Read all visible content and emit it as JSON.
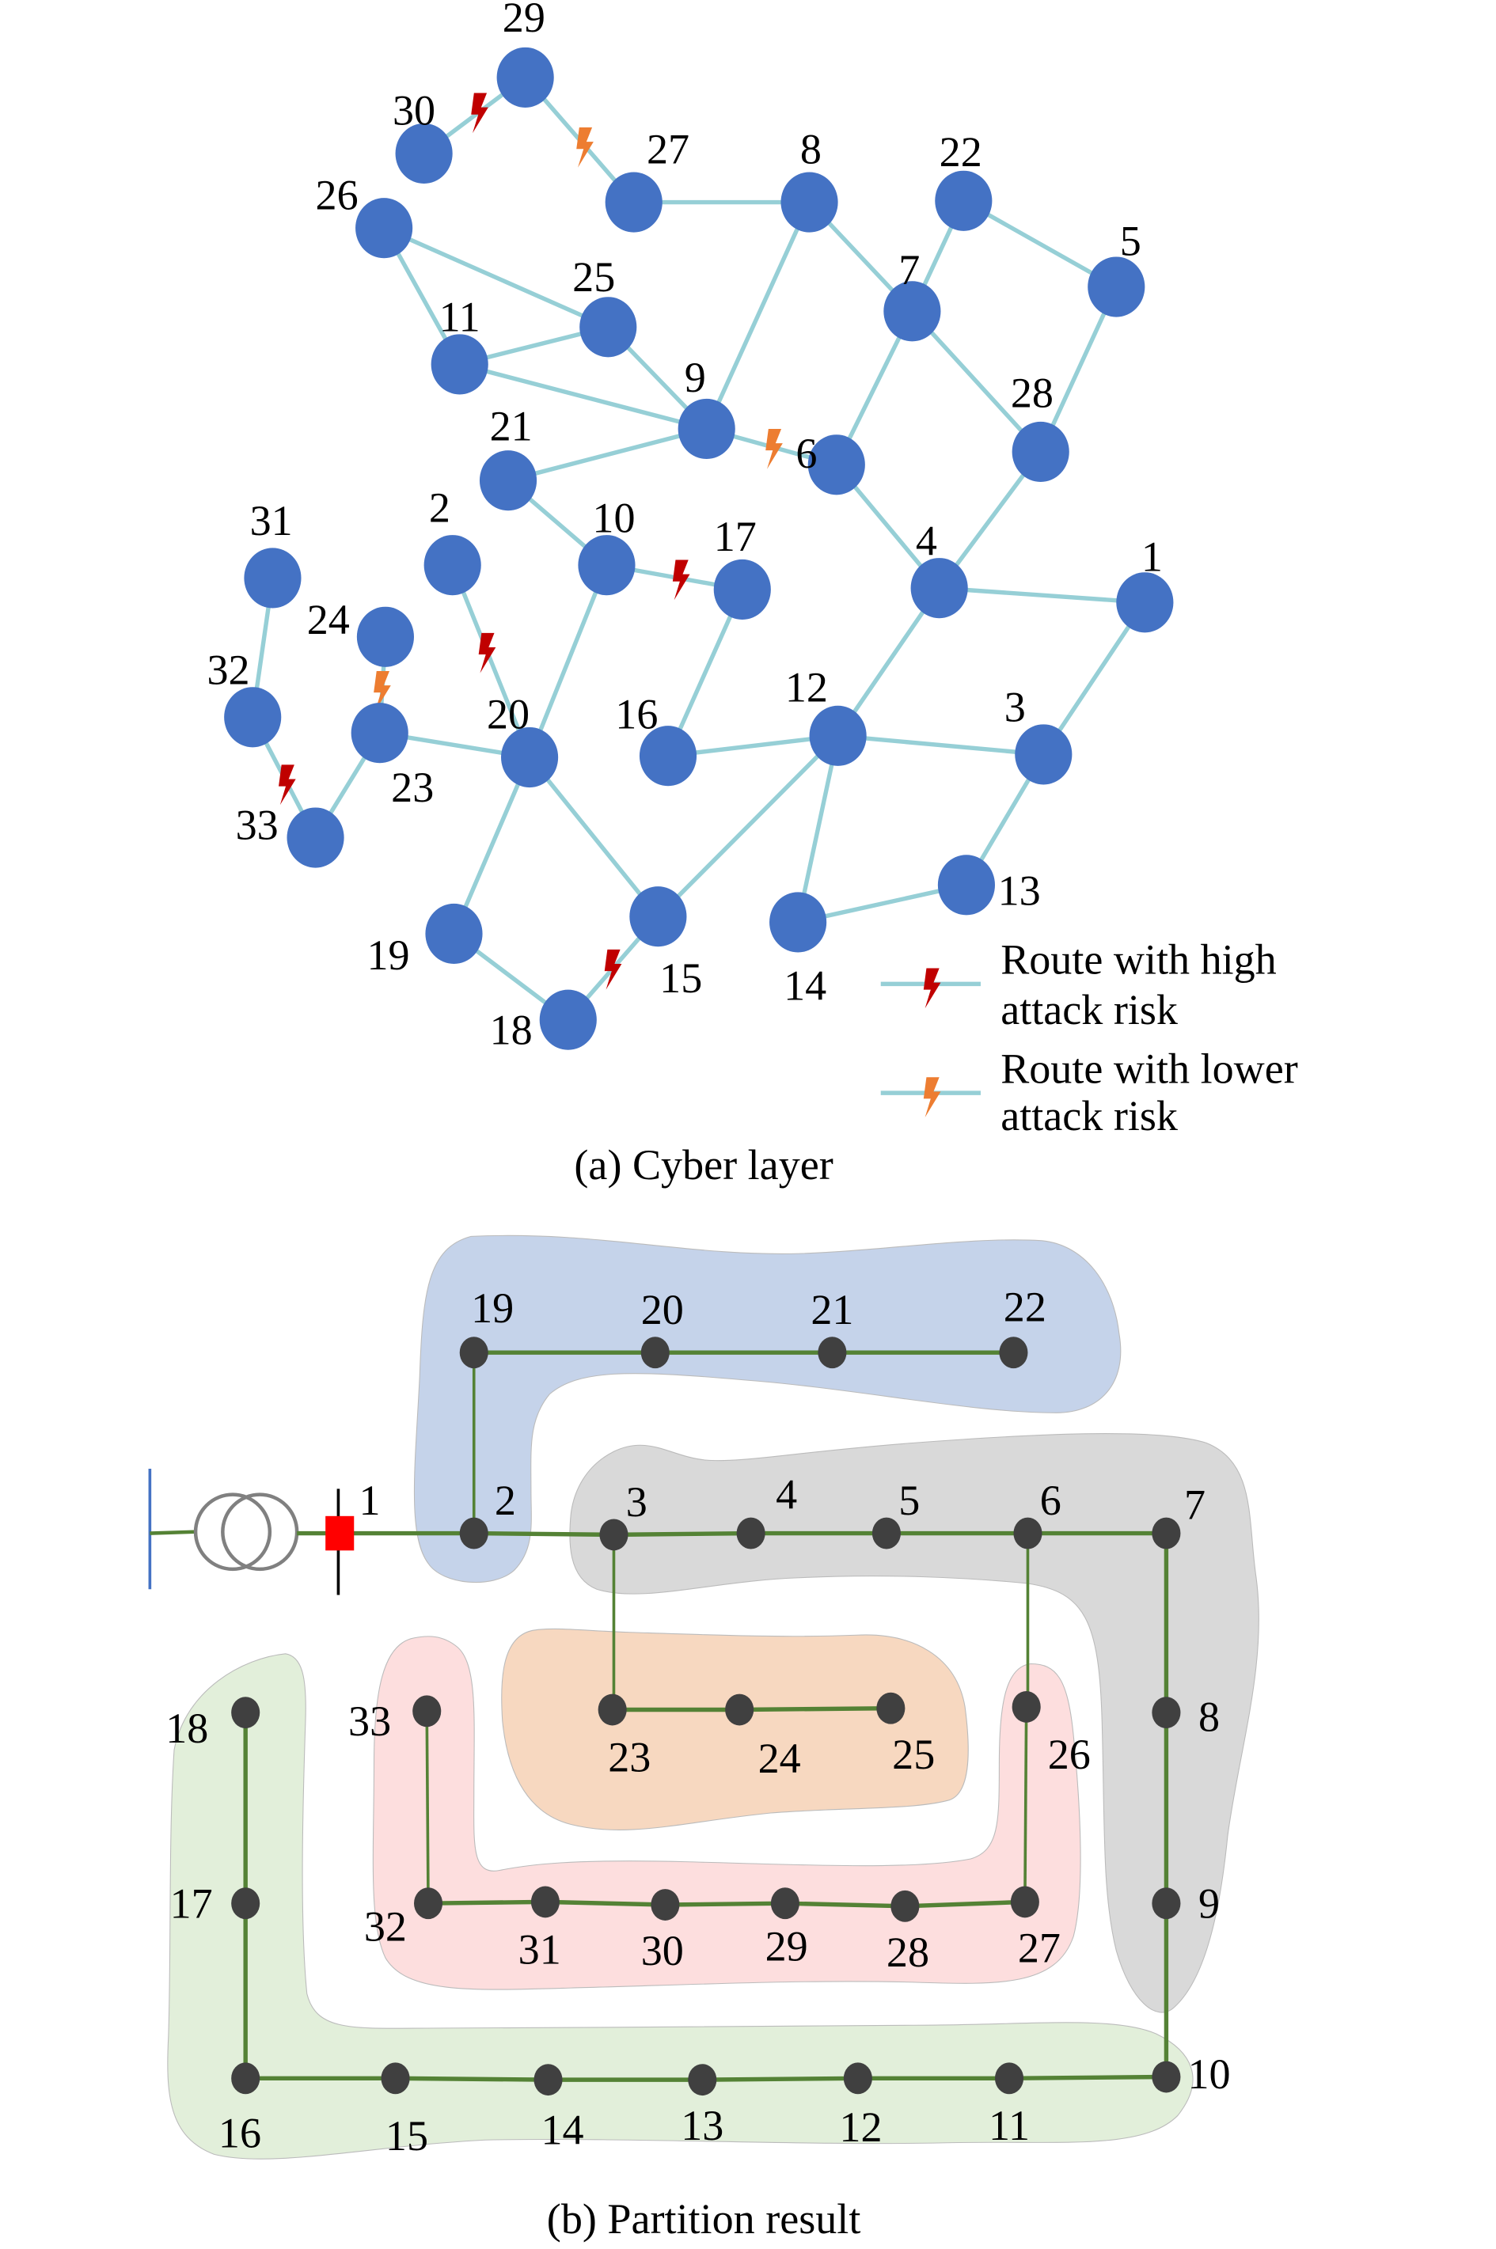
{
  "cyber_layer": {
    "caption": "(a) Cyber layer",
    "node_color": "#4472C4",
    "edge_color": "#96CFD6",
    "high_risk_color": "#C00000",
    "low_risk_color": "#ED7D31",
    "nodes": [
      {
        "id": "1"
      },
      {
        "id": "2"
      },
      {
        "id": "3"
      },
      {
        "id": "4"
      },
      {
        "id": "5"
      },
      {
        "id": "6"
      },
      {
        "id": "7"
      },
      {
        "id": "8"
      },
      {
        "id": "9"
      },
      {
        "id": "10"
      },
      {
        "id": "11"
      },
      {
        "id": "12"
      },
      {
        "id": "13"
      },
      {
        "id": "14"
      },
      {
        "id": "15"
      },
      {
        "id": "16"
      },
      {
        "id": "17"
      },
      {
        "id": "18"
      },
      {
        "id": "19"
      },
      {
        "id": "20"
      },
      {
        "id": "21"
      },
      {
        "id": "22"
      },
      {
        "id": "23"
      },
      {
        "id": "24"
      },
      {
        "id": "25"
      },
      {
        "id": "26"
      },
      {
        "id": "27"
      },
      {
        "id": "28"
      },
      {
        "id": "29"
      },
      {
        "id": "30"
      },
      {
        "id": "31"
      },
      {
        "id": "32"
      },
      {
        "id": "33"
      }
    ],
    "edges": [
      {
        "from": "30",
        "to": "29",
        "risk": "high"
      },
      {
        "from": "29",
        "to": "27",
        "risk": "low"
      },
      {
        "from": "27",
        "to": "8",
        "risk": "none"
      },
      {
        "from": "26",
        "to": "25",
        "risk": "none"
      },
      {
        "from": "26",
        "to": "11",
        "risk": "none"
      },
      {
        "from": "11",
        "to": "25",
        "risk": "none"
      },
      {
        "from": "11",
        "to": "9",
        "risk": "none"
      },
      {
        "from": "25",
        "to": "9",
        "risk": "none"
      },
      {
        "from": "9",
        "to": "8",
        "risk": "none"
      },
      {
        "from": "21",
        "to": "9",
        "risk": "none"
      },
      {
        "from": "9",
        "to": "6",
        "risk": "low"
      },
      {
        "from": "8",
        "to": "7",
        "risk": "none"
      },
      {
        "from": "7",
        "to": "22",
        "risk": "none"
      },
      {
        "from": "22",
        "to": "5",
        "risk": "none"
      },
      {
        "from": "7",
        "to": "6",
        "risk": "none"
      },
      {
        "from": "7",
        "to": "28",
        "risk": "none"
      },
      {
        "from": "5",
        "to": "28",
        "risk": "none"
      },
      {
        "from": "6",
        "to": "4",
        "risk": "none"
      },
      {
        "from": "28",
        "to": "4",
        "risk": "none"
      },
      {
        "from": "4",
        "to": "1",
        "risk": "none"
      },
      {
        "from": "4",
        "to": "12",
        "risk": "none"
      },
      {
        "from": "1",
        "to": "3",
        "risk": "none"
      },
      {
        "from": "21",
        "to": "10",
        "risk": "none"
      },
      {
        "from": "10",
        "to": "17",
        "risk": "high"
      },
      {
        "from": "10",
        "to": "20",
        "risk": "none"
      },
      {
        "from": "17",
        "to": "16",
        "risk": "none"
      },
      {
        "from": "16",
        "to": "12",
        "risk": "none"
      },
      {
        "from": "12",
        "to": "3",
        "risk": "none"
      },
      {
        "from": "12",
        "to": "15",
        "risk": "none"
      },
      {
        "from": "12",
        "to": "14",
        "risk": "none"
      },
      {
        "from": "3",
        "to": "13",
        "risk": "none"
      },
      {
        "from": "14",
        "to": "13",
        "risk": "none"
      },
      {
        "from": "2",
        "to": "20",
        "risk": "high"
      },
      {
        "from": "23",
        "to": "20",
        "risk": "none"
      },
      {
        "from": "24",
        "to": "23",
        "risk": "low"
      },
      {
        "from": "23",
        "to": "33",
        "risk": "none"
      },
      {
        "from": "31",
        "to": "32",
        "risk": "none"
      },
      {
        "from": "32",
        "to": "33",
        "risk": "high"
      },
      {
        "from": "20",
        "to": "19",
        "risk": "none"
      },
      {
        "from": "20",
        "to": "15",
        "risk": "none"
      },
      {
        "from": "19",
        "to": "18",
        "risk": "none"
      },
      {
        "from": "18",
        "to": "15",
        "risk": "high"
      }
    ],
    "legend": [
      {
        "risk": "high",
        "line1": "Route with high",
        "line2": "attack risk"
      },
      {
        "risk": "low",
        "line1": "Route with lower",
        "line2": "attack risk"
      }
    ]
  },
  "partition": {
    "caption": "(b) Partition result",
    "node_color": "#404040",
    "line_color": "#548235",
    "source_breaker_color": "#FF0000",
    "zones": [
      {
        "name": "blue",
        "color": "#C5D3EA",
        "buses": [
          "2",
          "19",
          "20",
          "21",
          "22"
        ]
      },
      {
        "name": "gray",
        "color": "#D9D9D9",
        "buses": [
          "3",
          "4",
          "5",
          "6",
          "7",
          "8",
          "9"
        ]
      },
      {
        "name": "orange",
        "color": "#F7D8C0",
        "buses": [
          "23",
          "24",
          "25"
        ]
      },
      {
        "name": "pink",
        "color": "#FDDEDE",
        "buses": [
          "26",
          "27",
          "28",
          "29",
          "30",
          "31",
          "32",
          "33"
        ]
      },
      {
        "name": "green",
        "color": "#E2EFDA",
        "buses": [
          "10",
          "11",
          "12",
          "13",
          "14",
          "15",
          "16",
          "17",
          "18"
        ]
      }
    ],
    "buses": [
      {
        "id": "1"
      },
      {
        "id": "2"
      },
      {
        "id": "3"
      },
      {
        "id": "4"
      },
      {
        "id": "5"
      },
      {
        "id": "6"
      },
      {
        "id": "7"
      },
      {
        "id": "8"
      },
      {
        "id": "9"
      },
      {
        "id": "10"
      },
      {
        "id": "11"
      },
      {
        "id": "12"
      },
      {
        "id": "13"
      },
      {
        "id": "14"
      },
      {
        "id": "15"
      },
      {
        "id": "16"
      },
      {
        "id": "17"
      },
      {
        "id": "18"
      },
      {
        "id": "19"
      },
      {
        "id": "20"
      },
      {
        "id": "21"
      },
      {
        "id": "22"
      },
      {
        "id": "23"
      },
      {
        "id": "24"
      },
      {
        "id": "25"
      },
      {
        "id": "26"
      },
      {
        "id": "27"
      },
      {
        "id": "28"
      },
      {
        "id": "29"
      },
      {
        "id": "30"
      },
      {
        "id": "31"
      },
      {
        "id": "32"
      },
      {
        "id": "33"
      }
    ],
    "branches": [
      [
        "1",
        "2"
      ],
      [
        "2",
        "3"
      ],
      [
        "3",
        "4"
      ],
      [
        "4",
        "5"
      ],
      [
        "5",
        "6"
      ],
      [
        "6",
        "7"
      ],
      [
        "7",
        "8"
      ],
      [
        "8",
        "9"
      ],
      [
        "9",
        "10"
      ],
      [
        "10",
        "11"
      ],
      [
        "11",
        "12"
      ],
      [
        "12",
        "13"
      ],
      [
        "13",
        "14"
      ],
      [
        "14",
        "15"
      ],
      [
        "15",
        "16"
      ],
      [
        "16",
        "17"
      ],
      [
        "17",
        "18"
      ],
      [
        "2",
        "19"
      ],
      [
        "19",
        "20"
      ],
      [
        "20",
        "21"
      ],
      [
        "21",
        "22"
      ],
      [
        "3",
        "23"
      ],
      [
        "23",
        "24"
      ],
      [
        "24",
        "25"
      ],
      [
        "6",
        "26"
      ],
      [
        "26",
        "27"
      ],
      [
        "27",
        "28"
      ],
      [
        "28",
        "29"
      ],
      [
        "29",
        "30"
      ],
      [
        "30",
        "31"
      ],
      [
        "31",
        "32"
      ],
      [
        "32",
        "33"
      ]
    ]
  }
}
